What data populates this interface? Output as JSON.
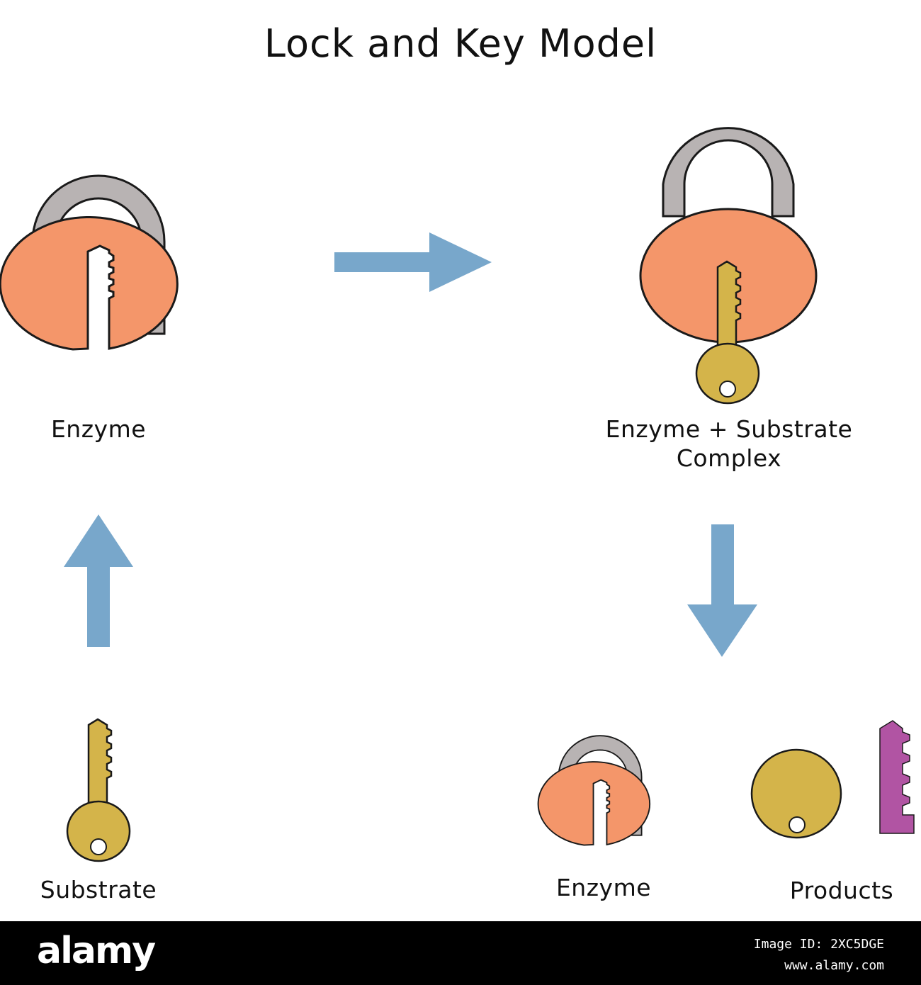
{
  "title": "Lock and Key Model",
  "labels": {
    "enzyme_top": "Enzyme",
    "complex_line1": "Enzyme + Substrate",
    "complex_line2": "Complex",
    "substrate": "Substrate",
    "enzyme_bottom": "Enzyme",
    "products": "Products"
  },
  "footer": {
    "brand": "alamy",
    "image_id": "Image ID: 2XC5DGE",
    "url": "www.alamy.com"
  },
  "colors": {
    "lock_body": "#f4966a",
    "shackle": "#b8b3b3",
    "key_gold": "#d4b44a",
    "key_purple": "#b154a3",
    "arrow": "#78a7cb",
    "outline": "#1a1a1a"
  }
}
